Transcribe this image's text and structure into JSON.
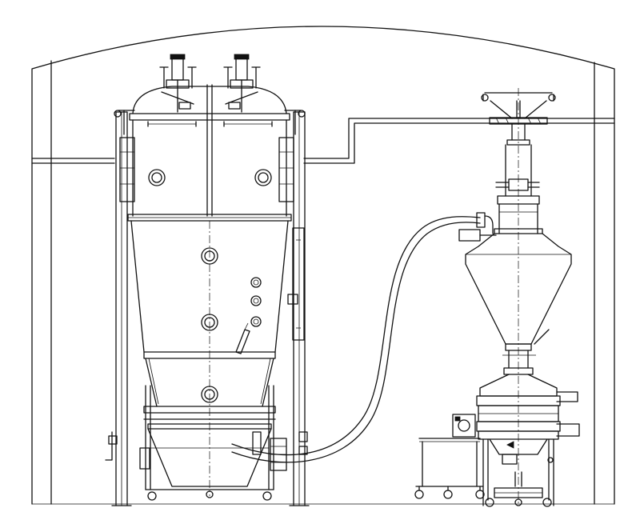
{
  "diagram": {
    "kind": "engineering-line-drawing",
    "colors": {
      "stroke": "#111111",
      "background": "#ffffff"
    },
    "components": [
      "building-enclosure",
      "fluid-bed-processor",
      "transfer-hose",
      "vacuum-conveyor-receiver",
      "feed-hopper",
      "vibrating-sieve",
      "discharge-trolley"
    ]
  }
}
